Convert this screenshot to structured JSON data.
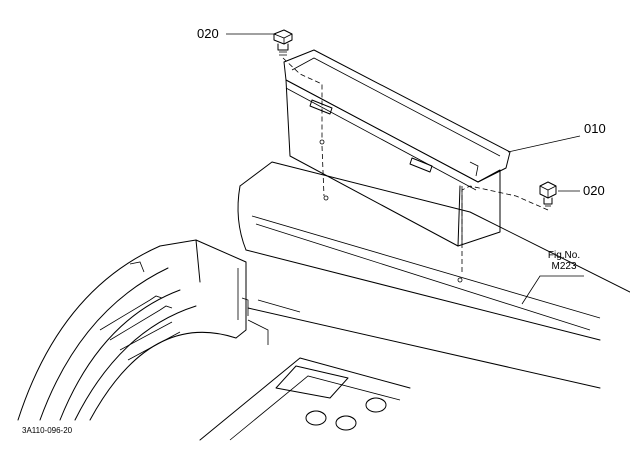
{
  "callouts": {
    "bolt_top": "020",
    "bolt_right": "020",
    "tool_box": "010"
  },
  "figure_ref": {
    "line1": "Fig.No.",
    "line2": "M223"
  },
  "drawing_code": "3A110-096-20"
}
